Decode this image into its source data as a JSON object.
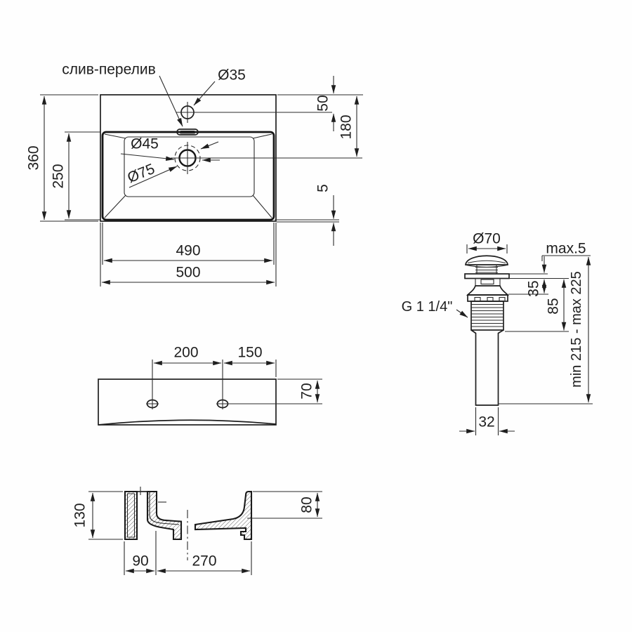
{
  "drawing": {
    "background": "#fefefe",
    "line_color": "#1e1e1e",
    "views": {
      "top": {
        "labels": {
          "overflow": "слив-перелив",
          "faucet_diameter": "Ø35",
          "drain_diameter_inner": "Ø45",
          "drain_diameter_outer": "Ø75"
        },
        "dims": {
          "overall_width": "500",
          "inner_width": "490",
          "overall_depth": "360",
          "basin_depth": "250",
          "faucet_offset": "50",
          "drain_offset": "180",
          "edge_gap": "5"
        }
      },
      "front": {
        "dims": {
          "hole_spacing": "200",
          "hole_to_edge": "150",
          "hole_height": "70"
        }
      },
      "side": {
        "dims": {
          "overall_height": "130",
          "basin_inner_depth": "80",
          "ledge_width": "90",
          "bottom_width": "270"
        }
      },
      "drain": {
        "labels": {
          "cap_diameter": "Ø70",
          "max_gap": "max.5",
          "thread_spec": "G 1 1/4\"",
          "height_range": "min 215 - max 225"
        },
        "dims": {
          "flange_to_collar": "35",
          "flange_to_thread_end": "85",
          "pipe_diameter": "32"
        }
      }
    }
  }
}
